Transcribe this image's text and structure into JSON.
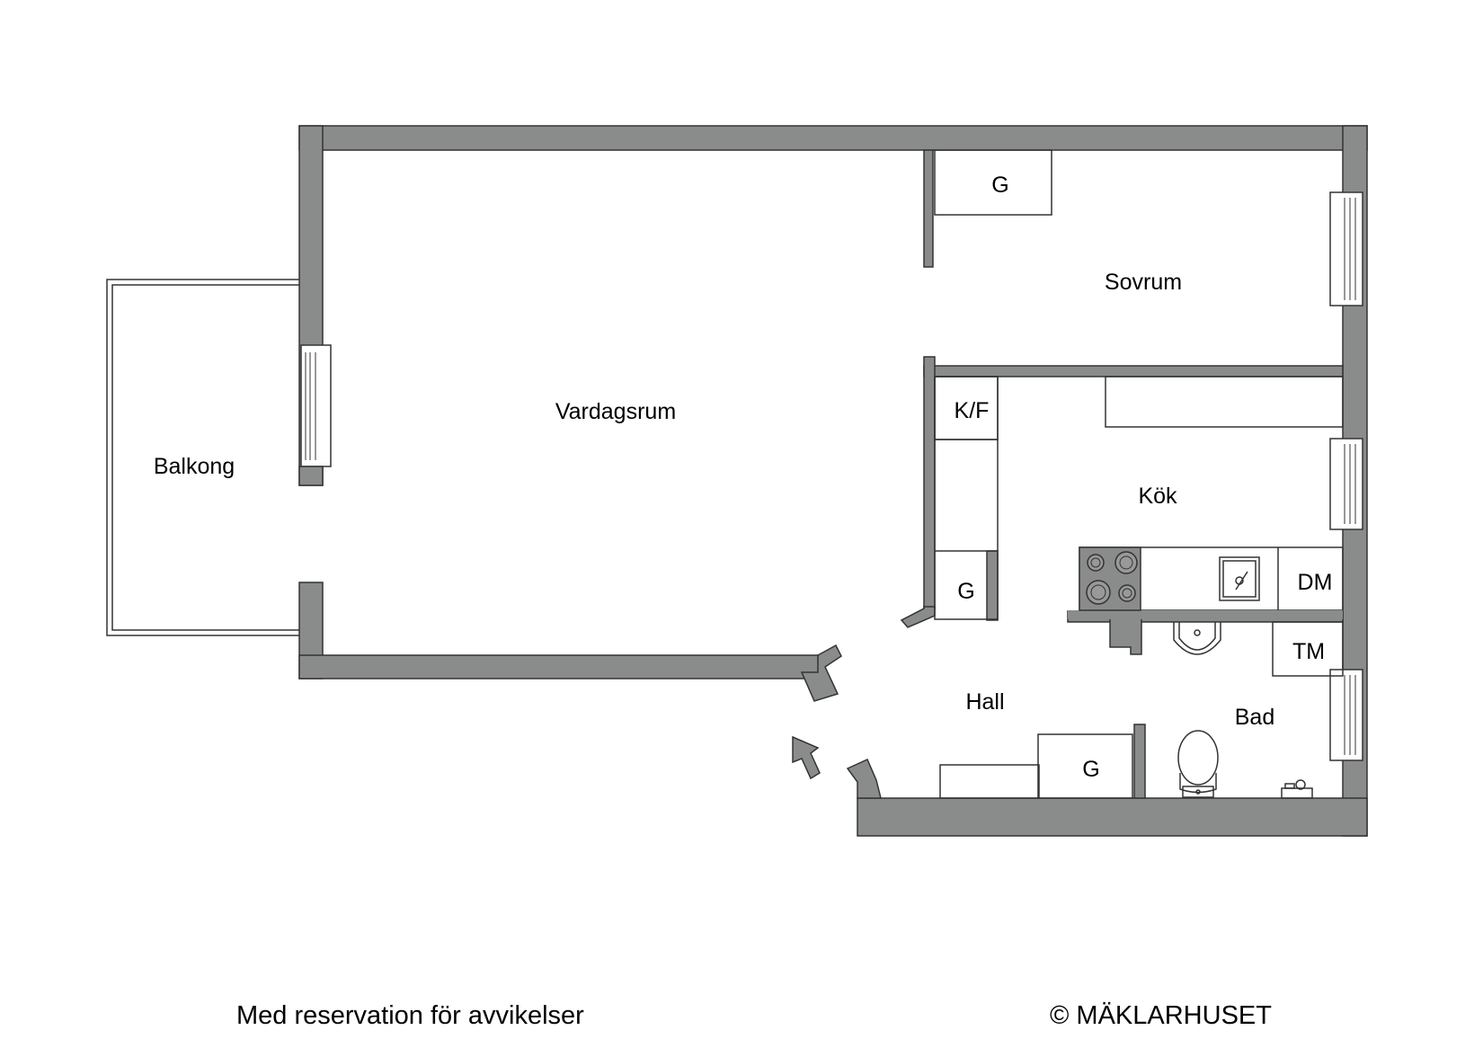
{
  "colors": {
    "wall": "#8a8c8c",
    "line": "#333333",
    "background": "#ffffff"
  },
  "rooms": {
    "balcony": "Balkong",
    "living_room": "Vardagsrum",
    "bedroom": "Sovrum",
    "kitchen": "Kök",
    "hall": "Hall",
    "bathroom": "Bad"
  },
  "fixtures": {
    "closet_bedroom": "G",
    "fridge_freezer": "K/F",
    "closet_kitchen": "G",
    "dishwasher": "DM",
    "washing_machine": "TM",
    "closet_hall": "G"
  },
  "footer": {
    "disclaimer": "Med reservation för avvikelser",
    "copyright": "© MÄKLARHUSET"
  }
}
